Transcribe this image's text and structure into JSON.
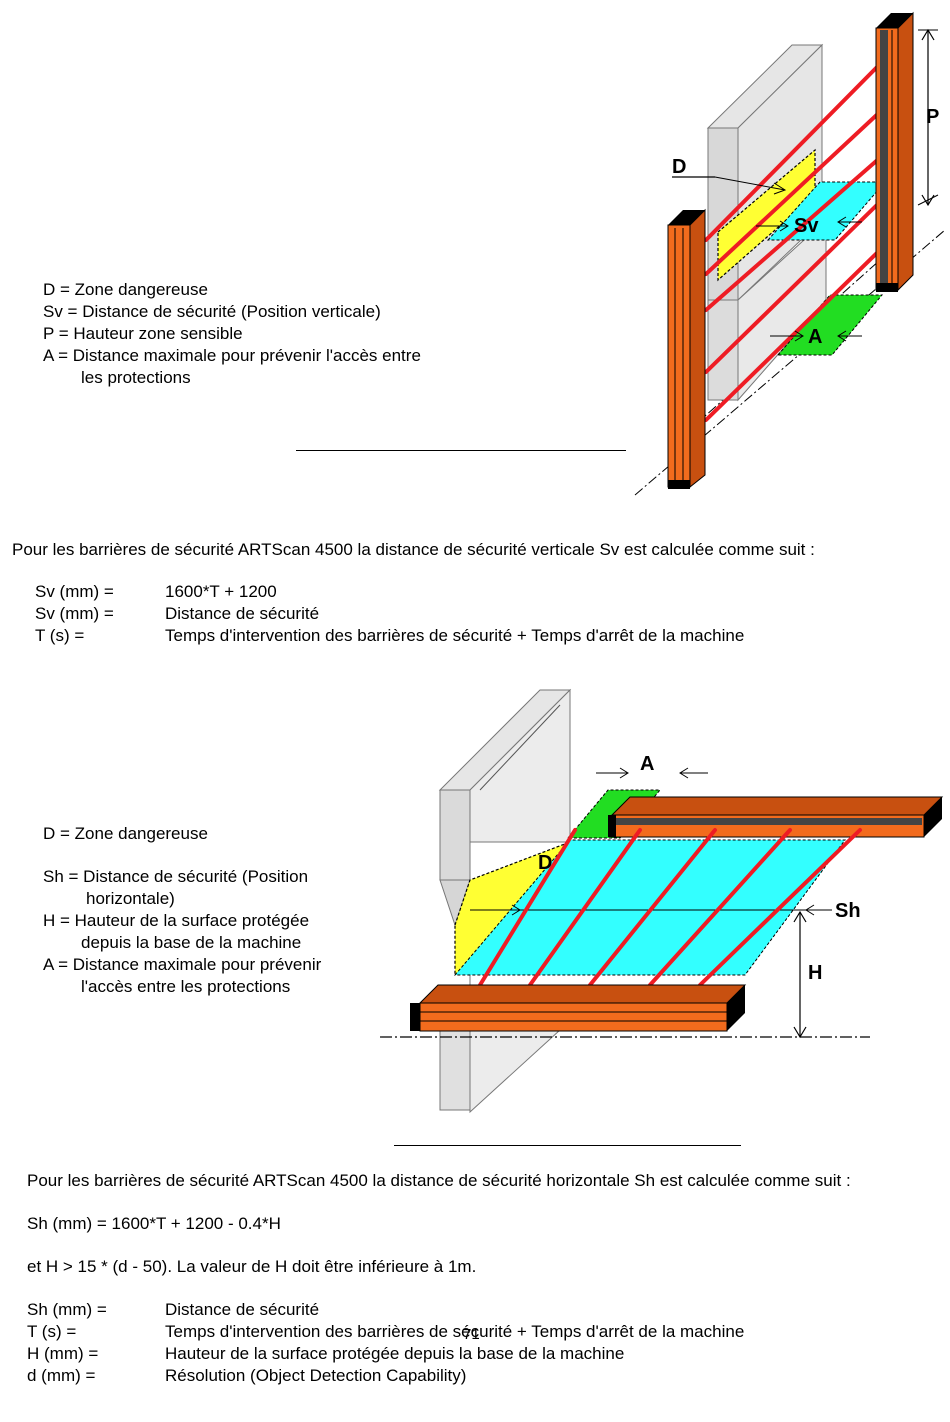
{
  "figure1": {
    "labels": {
      "D": "D",
      "Sv": "Sv",
      "P": "P",
      "A": "A"
    },
    "legend": [
      "D = Zone dangereuse",
      "Sv = Distance de sécurité (Position verticale)",
      "P = Hauteur zone sensible",
      "A = Distance maximale pour prévenir l'accès entre",
      "les protections"
    ]
  },
  "section1": {
    "intro": "Pour les barrières de sécurité ARTScan 4500 la distance de sécurité verticale Sv est calculée comme suit :",
    "defs": [
      {
        "term": "Sv (mm) =",
        "desc": "1600*T + 1200"
      },
      {
        "term": "Sv (mm) =",
        "desc": "Distance de sécurité"
      },
      {
        "term": "T (s) =",
        "desc": "Temps d'intervention des barrières de sécurité + Temps d'arrêt de la machine"
      }
    ]
  },
  "figure2": {
    "labels": {
      "A": "A",
      "D": "D",
      "Sh": "Sh",
      "H": "H"
    },
    "legend": [
      "D = Zone dangereuse",
      "Sh = Distance de sécurité (Position",
      "horizontale)",
      "H = Hauteur de la surface protégée",
      "depuis la base de la machine",
      "A = Distance maximale pour prévenir",
      "l'accès entre les protections"
    ]
  },
  "section2": {
    "intro": "Pour les barrières de sécurité ARTScan 4500 la distance de sécurité horizontale Sh est calculée comme suit :",
    "formula": "Sh (mm) = 1600*T + 1200 - 0.4*H",
    "condition": "et  H > 15 * (d - 50). La valeur de H doit être inférieure à 1m.",
    "defs": [
      {
        "term": "Sh (mm) =",
        "desc": "Distance de sécurité"
      },
      {
        "term": "T (s) =",
        "desc": "Temps d'intervention des barrières de sécurité + Temps d'arrêt de la machine"
      },
      {
        "term": "H (mm) =",
        "desc": "Hauteur de la surface protégée depuis la base de la machine"
      },
      {
        "term": "d (mm) =",
        "desc": "Résolution (Object Detection Capability)"
      }
    ]
  },
  "page_number": "71",
  "colors": {
    "barrier_orange": "#f26b1d",
    "beam_red": "#ee1c24",
    "danger_yellow": "#ffff33",
    "zone_cyan": "#33ffff",
    "access_green": "#22dd22",
    "machine_gray": "#e6e6e6"
  }
}
